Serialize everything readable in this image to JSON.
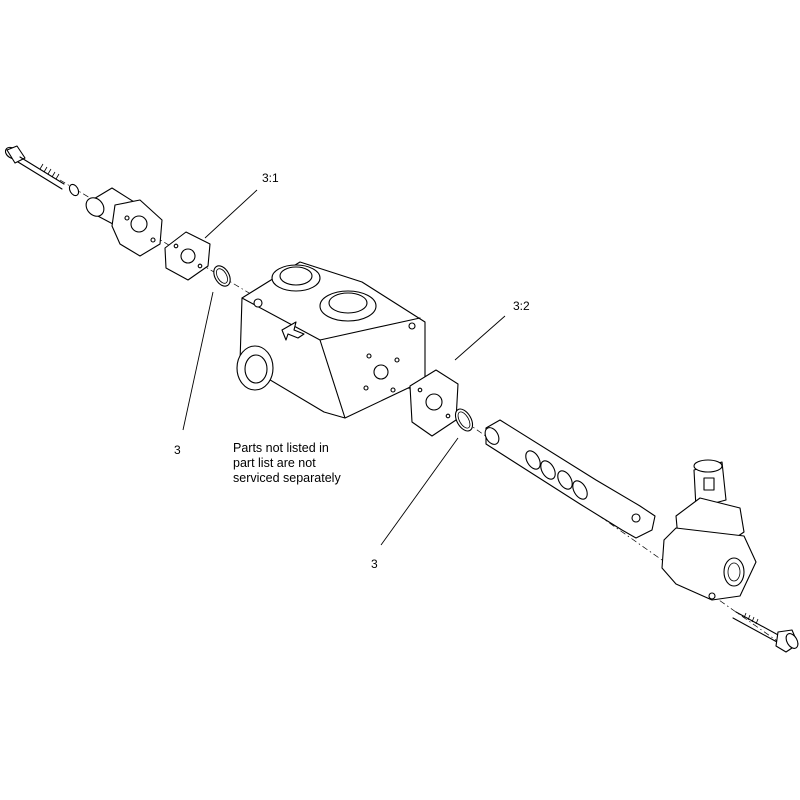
{
  "callouts": {
    "c1": "3:1",
    "c2": "3:2",
    "c3": "3",
    "c4": "3"
  },
  "note": {
    "line1": "Parts not listed in",
    "line2": "part list are not",
    "line3": "serviced separately"
  }
}
